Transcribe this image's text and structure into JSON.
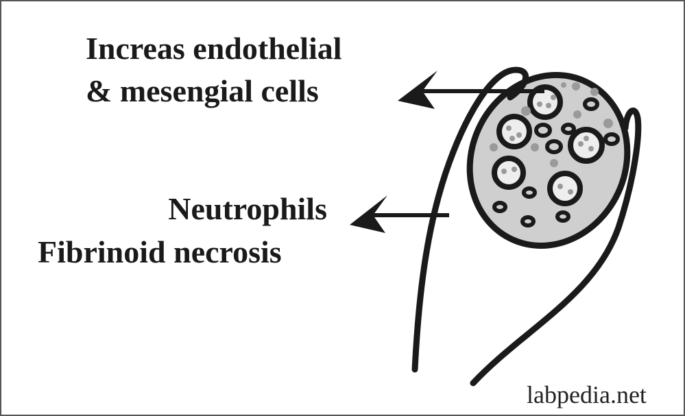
{
  "labels": {
    "top_line1": "Increas endothelial",
    "top_line2": "& mesengial cells",
    "bottom_line1": "Neutrophils",
    "bottom_line2": "Fibrinoid necrosis"
  },
  "watermark": "labpedia.net",
  "colors": {
    "ink": "#1a1a1a",
    "fill": "#cfcfcf",
    "dots": "#9a9a9a"
  }
}
